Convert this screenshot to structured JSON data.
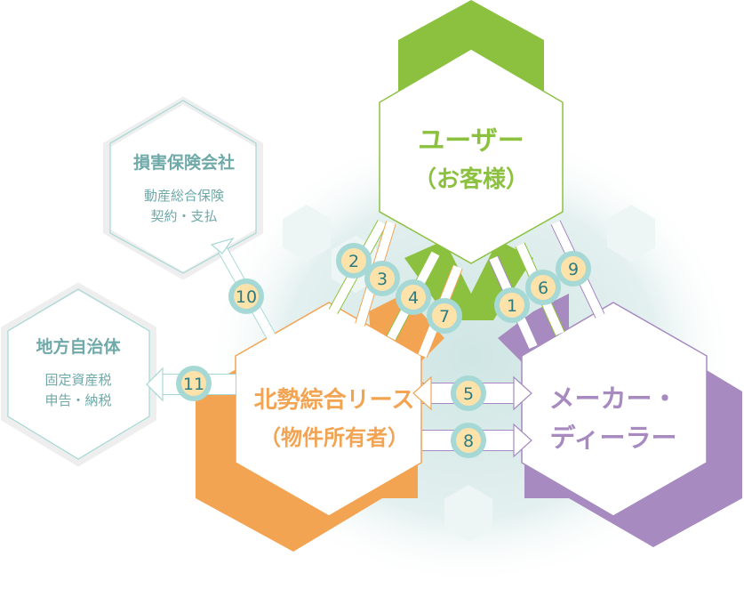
{
  "colors": {
    "user": "#8cc13f",
    "lease": "#f2a453",
    "maker": "#a68ac0",
    "external": "#6fa9a8",
    "badge_fill": "#fde3aa",
    "badge_ring": "#a6d8d5"
  },
  "nodes": {
    "user": {
      "title": "ユーザー",
      "subtitle": "（お客様）"
    },
    "lease": {
      "title": "北勢綜合リース",
      "subtitle": "（物件所有者）"
    },
    "maker": {
      "title_line1": "メーカー・",
      "title_line2": "ディーラー"
    },
    "insurance": {
      "title": "損害保険会社",
      "desc_line1": "動産総合保険",
      "desc_line2": "契約・支払"
    },
    "government": {
      "title": "地方自治体",
      "desc_line1": "固定資産税",
      "desc_line2": "申告・納税"
    }
  },
  "steps": [
    "1",
    "2",
    "3",
    "4",
    "5",
    "6",
    "7",
    "8",
    "9",
    "10",
    "11"
  ]
}
